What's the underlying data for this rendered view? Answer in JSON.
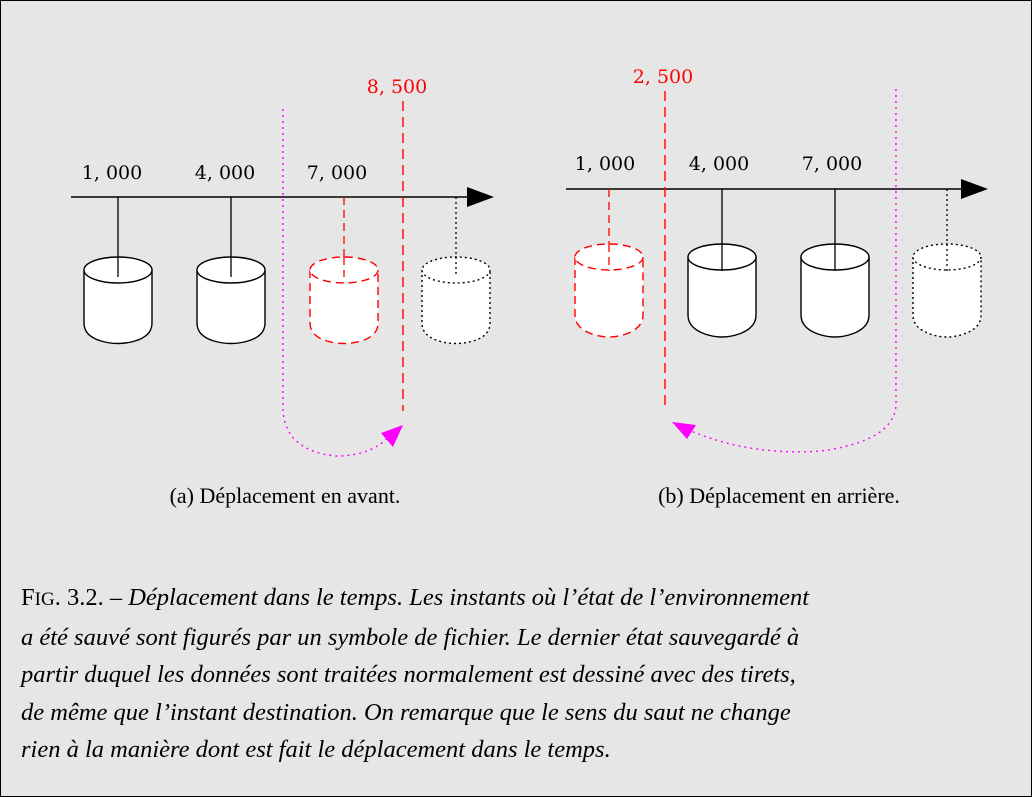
{
  "panels": [
    {
      "id": "a",
      "tick_labels": [
        "1, 000",
        "4, 000",
        "7, 000"
      ],
      "jump_label": "8, 500",
      "caption": "(a) Déplacement en avant."
    },
    {
      "id": "b",
      "tick_labels": [
        "1, 000",
        "4, 000",
        "7, 000"
      ],
      "jump_label": "2, 500",
      "caption": "(b) Déplacement en arrière."
    }
  ],
  "figure_caption": {
    "label_first": "F",
    "label_rest": "IG",
    "label_number": ". 3.2. –",
    "lines": [
      "Déplacement dans le temps. Les instants où l’état de l’environnement",
      "a été sauvé sont figurés par un symbole de fichier. Le dernier état sauvegardé à",
      "partir duquel les données sont traitées normalement est dessiné avec des tirets,",
      "de même que l’instant destination. On remarque que le sens du saut ne change",
      "rien à la manière dont est fait le déplacement dans le temps."
    ]
  },
  "colors": {
    "background": "#e6e6e6",
    "line": "#000000",
    "highlight": "#ff0000",
    "arrow": "#ff00ff"
  }
}
